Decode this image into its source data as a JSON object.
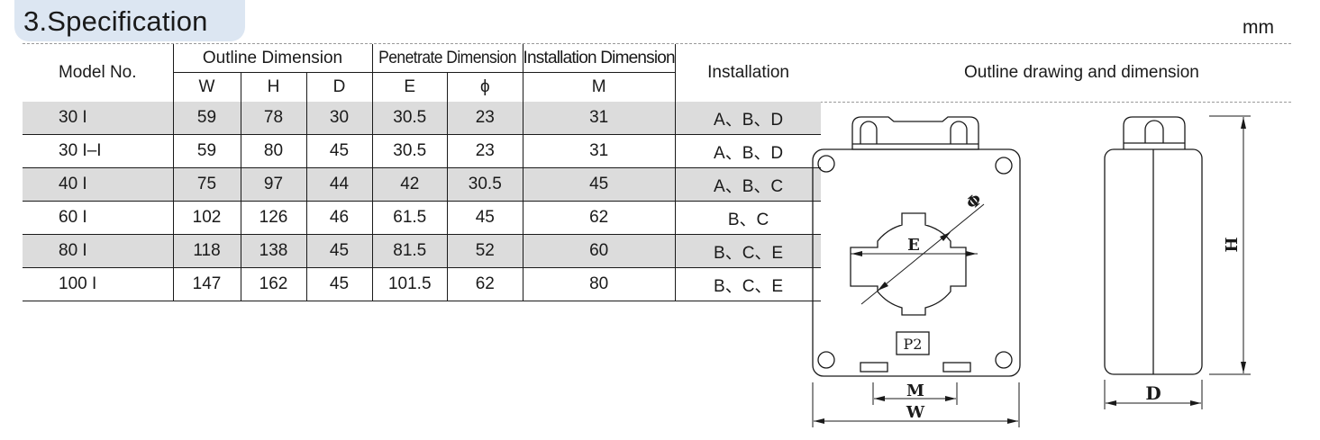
{
  "section_title": "3.Specification",
  "unit": "mm",
  "table": {
    "headers": {
      "model": "Model No.",
      "outline_group": "Outline Dimension",
      "penetrate_group": "Penetrate Dimension",
      "installation_dim_group": "Installation Dimension",
      "installation": "Installation",
      "W": "W",
      "H": "H",
      "D": "D",
      "E": "E",
      "phi": "ϕ",
      "M": "M"
    },
    "rows": [
      {
        "model": "30 I",
        "W": "59",
        "H": "78",
        "D": "30",
        "E": "30.5",
        "phi": "23",
        "M": "31",
        "installation": "A、B、D"
      },
      {
        "model": "30 I–I",
        "W": "59",
        "H": "80",
        "D": "45",
        "E": "30.5",
        "phi": "23",
        "M": "31",
        "installation": "A、B、D"
      },
      {
        "model": "40 I",
        "W": "75",
        "H": "97",
        "D": "44",
        "E": "42",
        "phi": "30.5",
        "M": "45",
        "installation": "A、B、C"
      },
      {
        "model": "60 I",
        "W": "102",
        "H": "126",
        "D": "46",
        "E": "61.5",
        "phi": "45",
        "M": "62",
        "installation": "B、C"
      },
      {
        "model": "80 I",
        "W": "118",
        "H": "138",
        "D": "45",
        "E": "81.5",
        "phi": "52",
        "M": "60",
        "installation": "B、C、E"
      },
      {
        "model": "100 I",
        "W": "147",
        "H": "162",
        "D": "45",
        "E": "101.5",
        "phi": "62",
        "M": "80",
        "installation": "B、C、E"
      }
    ]
  },
  "drawing": {
    "title": "Outline drawing and dimension",
    "labels": {
      "E": "E",
      "phi": "Φ",
      "P2": "P2",
      "M": "M",
      "W": "W",
      "H": "H",
      "D": "D"
    }
  }
}
